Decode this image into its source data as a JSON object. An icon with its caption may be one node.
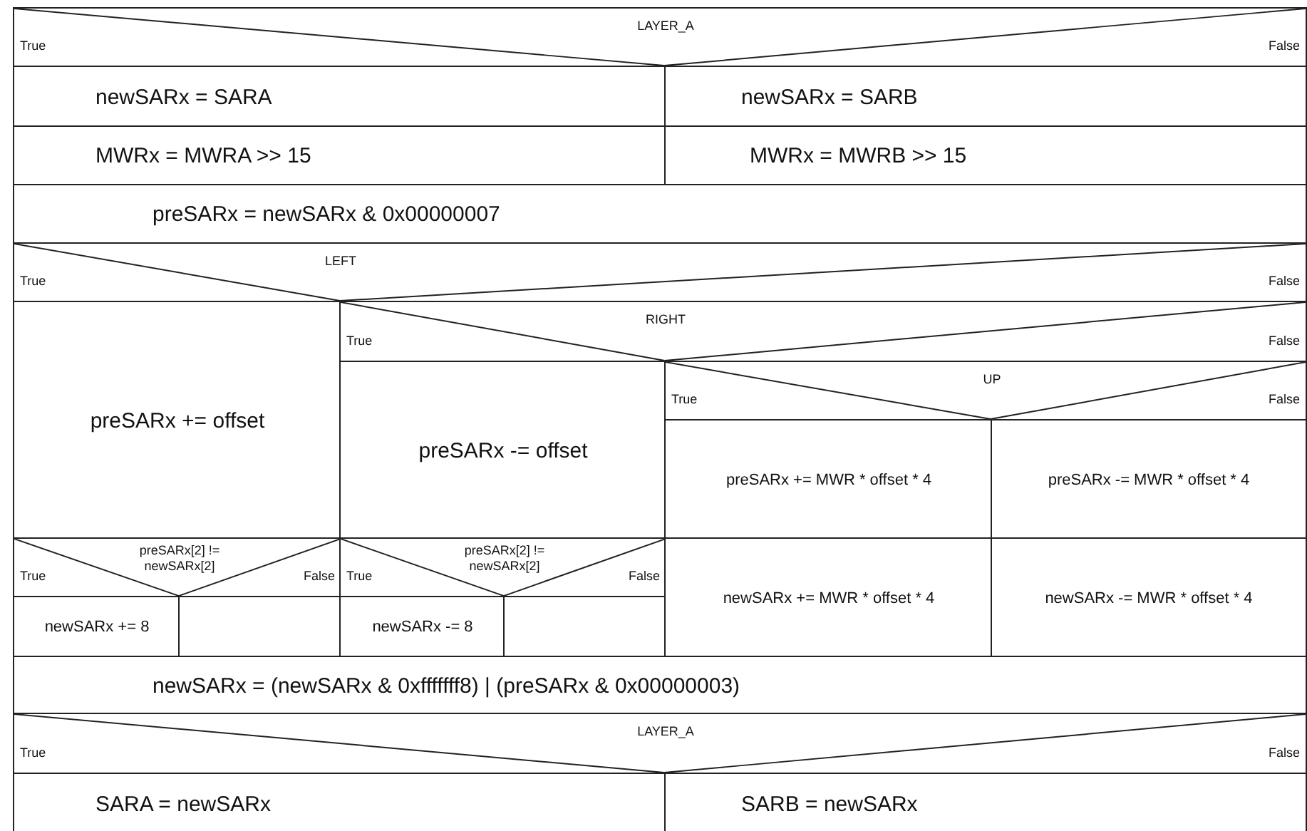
{
  "diagram": {
    "nodes": [
      {
        "text": [
          "LAYER_A",
          "True",
          "False"
        ]
      },
      {
        "text": [
          "newSARx = SARA"
        ]
      },
      {
        "text": [
          "newSARx = SARB"
        ]
      },
      {
        "text": [
          "MWRx = MWRA >> 15"
        ]
      },
      {
        "text": [
          "MWRx = MWRB >> 15"
        ]
      },
      {
        "text": [
          "preSARx = newSARx & 0x00000007"
        ]
      },
      {
        "text": [
          "LEFT",
          "True",
          "False"
        ]
      },
      {
        "text": [
          "preSARx += offset"
        ]
      },
      {
        "text": [
          "RIGHT",
          "True",
          "False"
        ]
      },
      {
        "text": [
          "preSARx -= offset"
        ]
      },
      {
        "text": [
          "UP",
          "True",
          "False"
        ]
      },
      {
        "text": [
          "preSARx += MWR * offset * 4"
        ]
      },
      {
        "text": [
          "preSARx -= MWR * offset * 4"
        ]
      },
      {
        "text": [
          "preSARx[2] != newSARx[2]",
          "True",
          "False"
        ]
      },
      {
        "text": [
          "newSARx += 8"
        ]
      },
      {
        "text": [],
        "shape": "box"
      },
      {
        "text": [
          "preSARx[2] != newSARx[2]",
          "True",
          "False"
        ]
      },
      {
        "text": [
          "newSARx -= 8"
        ]
      },
      {
        "text": [],
        "shape": "box"
      },
      {
        "text": [
          "newSARx += MWR * offset * 4"
        ]
      },
      {
        "text": [
          "newSARx -= MWR * offset * 4"
        ]
      },
      {
        "text": [
          "newSARx = (newSARx & 0xfffffff8) | (preSARx & 0x00000003)"
        ]
      },
      {
        "text": [
          "LAYER_A",
          "True",
          "False"
        ]
      },
      {
        "text": [
          "SARA = newSARx"
        ]
      },
      {
        "text": [
          "SARB = newSARx"
        ]
      }
    ]
  }
}
